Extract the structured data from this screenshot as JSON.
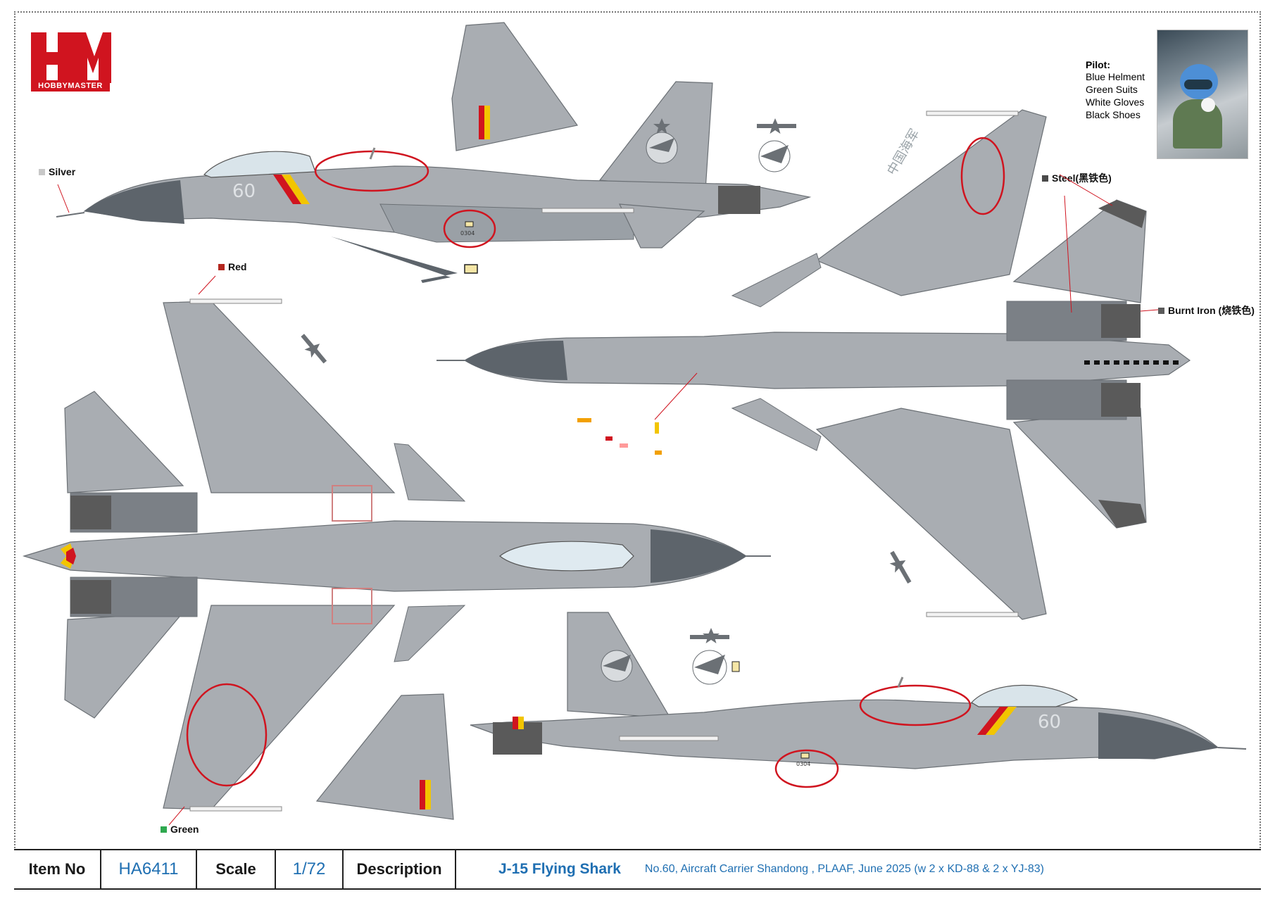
{
  "brand": {
    "logo_text": "HM",
    "logo_subtext": "HOBBYMASTER"
  },
  "pilot": {
    "title": "Pilot:",
    "lines": [
      "Blue Helment",
      "Green Suits",
      "White Gloves",
      "Black Shoes"
    ]
  },
  "colors_legend": [
    {
      "label": "Silver",
      "color": "#c8c8c8"
    },
    {
      "label": "Red",
      "color": "#b3261e"
    },
    {
      "label": "Steel(黑铁色)",
      "color": "#4a4a4a"
    },
    {
      "label": "Burnt Iron (烧铁色)",
      "color": "#5a5a5a"
    },
    {
      "label": "Green",
      "color": "#2fa84f"
    }
  ],
  "markings": {
    "side_number": "60",
    "navy_text": "中国海军",
    "serial_small": "0304"
  },
  "footer": {
    "item_no_label": "Item No",
    "item_no": "HA6411",
    "scale_label": "Scale",
    "scale": "1/72",
    "description_label": "Description",
    "model": "J-15 Flying Shark",
    "detail": "No.60, Aircraft Carrier Shandong , PLAAF, June 2025 (w 2 x KD-88 & 2 x YJ-83)"
  },
  "palette": {
    "airframe": "#a9adb2",
    "radome": "#5d646b",
    "outline": "#6b7075",
    "accent_blue": "#1f6fb2",
    "callout_red": "#d0141f"
  }
}
